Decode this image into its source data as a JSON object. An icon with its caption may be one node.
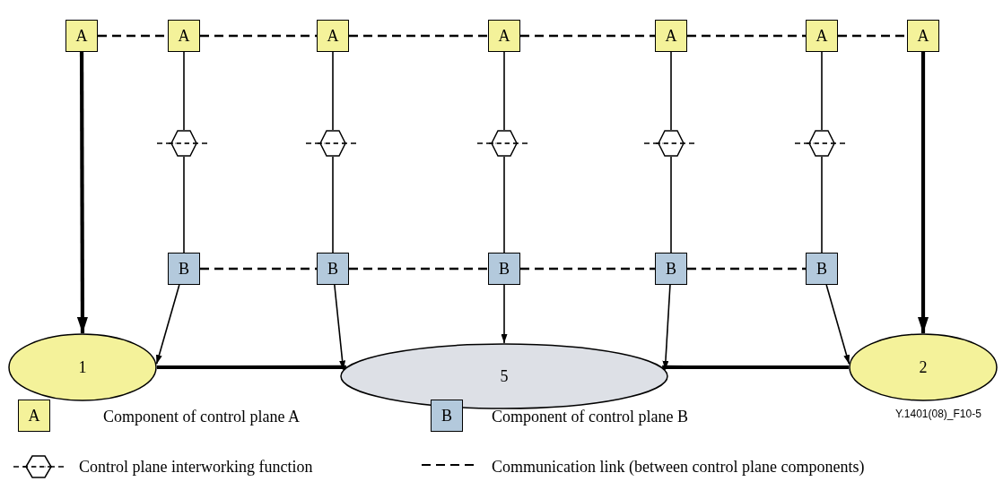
{
  "diagram": {
    "nodes": [
      {
        "text": [
          "A"
        ]
      },
      {
        "text": [
          "A"
        ]
      },
      {
        "text": [
          "A"
        ]
      },
      {
        "text": [
          "A"
        ]
      },
      {
        "text": [
          "A"
        ]
      },
      {
        "text": [
          "A"
        ]
      },
      {
        "text": [
          "A"
        ]
      },
      {
        "text": [],
        "shape": "hexagon"
      },
      {
        "text": [],
        "shape": "hexagon"
      },
      {
        "text": [],
        "shape": "hexagon"
      },
      {
        "text": [],
        "shape": "hexagon"
      },
      {
        "text": [],
        "shape": "hexagon"
      },
      {
        "text": [
          "B"
        ]
      },
      {
        "text": [
          "B"
        ]
      },
      {
        "text": [
          "B"
        ]
      },
      {
        "text": [
          "B"
        ]
      },
      {
        "text": [
          "B"
        ]
      },
      {
        "text": [
          "1"
        ]
      },
      {
        "text": [
          "5"
        ]
      },
      {
        "text": [
          "2"
        ]
      }
    ],
    "edges": [
      {
        "from": 0,
        "to": 1,
        "arrow": "none",
        "style": "dashed"
      },
      {
        "from": 1,
        "to": 2,
        "arrow": "none",
        "style": "dashed"
      },
      {
        "from": 2,
        "to": 3,
        "arrow": "none",
        "style": "dashed"
      },
      {
        "from": 3,
        "to": 4,
        "arrow": "none",
        "style": "dashed"
      },
      {
        "from": 4,
        "to": 5,
        "arrow": "none",
        "style": "dashed"
      },
      {
        "from": 5,
        "to": 6,
        "arrow": "none",
        "style": "dashed"
      },
      {
        "from": 0,
        "to": 17,
        "arrow": "to",
        "style": "thick"
      },
      {
        "from": 6,
        "to": 19,
        "arrow": "to",
        "style": "thick"
      },
      {
        "from": 1,
        "to": 7,
        "arrow": "none"
      },
      {
        "from": 2,
        "to": 8,
        "arrow": "none"
      },
      {
        "from": 3,
        "to": 9,
        "arrow": "none"
      },
      {
        "from": 4,
        "to": 10,
        "arrow": "none"
      },
      {
        "from": 5,
        "to": 11,
        "arrow": "none"
      },
      {
        "from": 7,
        "to": 12,
        "arrow": "none"
      },
      {
        "from": 8,
        "to": 13,
        "arrow": "none"
      },
      {
        "from": 9,
        "to": 14,
        "arrow": "none"
      },
      {
        "from": 10,
        "to": 15,
        "arrow": "none"
      },
      {
        "from": 11,
        "to": 16,
        "arrow": "none"
      },
      {
        "from": 12,
        "to": 13,
        "arrow": "none",
        "style": "dashed"
      },
      {
        "from": 13,
        "to": 14,
        "arrow": "none",
        "style": "dashed"
      },
      {
        "from": 14,
        "to": 15,
        "arrow": "none",
        "style": "dashed"
      },
      {
        "from": 15,
        "to": 16,
        "arrow": "none",
        "style": "dashed"
      },
      {
        "from": 12,
        "to": 17,
        "arrow": "to"
      },
      {
        "from": 13,
        "to": 18,
        "arrow": "to"
      },
      {
        "from": 14,
        "to": 18,
        "arrow": "to"
      },
      {
        "from": 15,
        "to": 18,
        "arrow": "to"
      },
      {
        "from": 16,
        "to": 19,
        "arrow": "to"
      },
      {
        "from": 17,
        "to": 18,
        "arrow": "none",
        "style": "thick"
      },
      {
        "from": 18,
        "to": 19,
        "arrow": "none",
        "style": "thick"
      }
    ],
    "labels": [
      "A",
      "B",
      "Y.1401(08)_F10-5"
    ],
    "legend": [
      {
        "text": "Component of control plane A",
        "color": "#f4f29a"
      },
      {
        "text": "Component of control plane B",
        "color": "#b3c9dc"
      },
      {
        "text": "Control plane interworking function"
      },
      {
        "text": "Communication link (between control plane components)"
      }
    ]
  }
}
